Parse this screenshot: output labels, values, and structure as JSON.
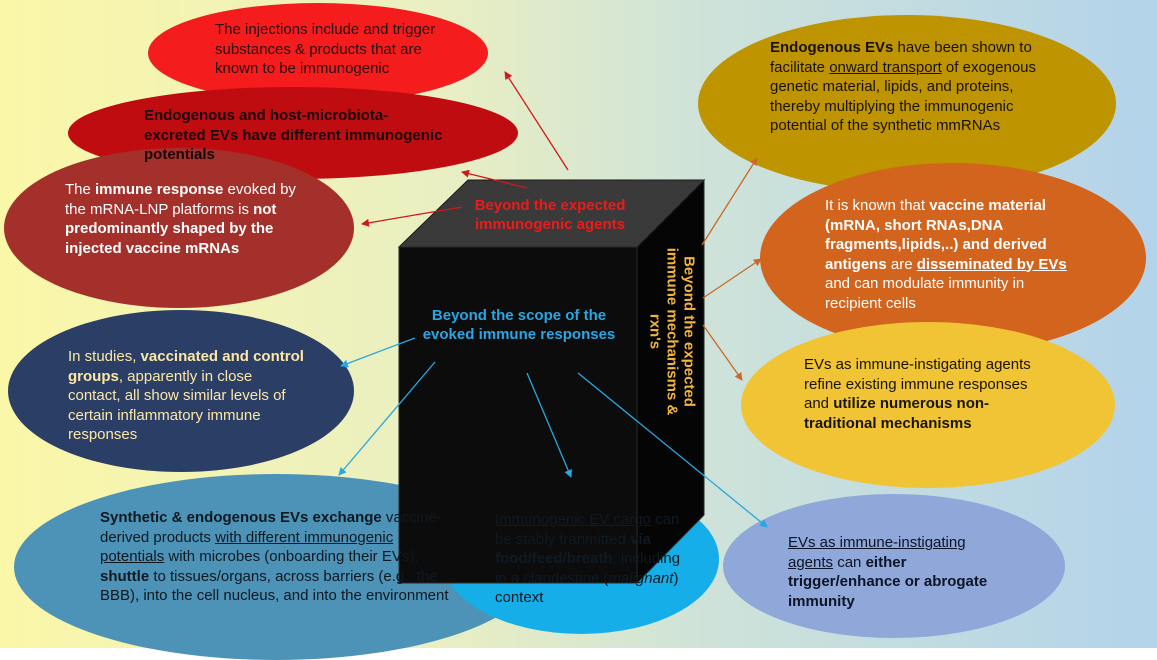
{
  "colors": {
    "red_top": "#f41c1c",
    "red_dark": "#bf0c10",
    "brick": "#a3302a",
    "navy": "#2b3f66",
    "steel": "#4d93b8",
    "cyan": "#16aee8",
    "lavender": "#8fa7d9",
    "gold": "#be9400",
    "orange": "#d2641d",
    "yellow": "#f0c435",
    "cube_label_red": "#ee1a1a",
    "cube_label_blue": "#29a6e3",
    "cube_label_gold": "#f2b43a"
  },
  "cube": {
    "top_label": "Beyond the expected immunogenic agents",
    "front_label": "Beyond the scope of the evoked immune responses",
    "side_label": "Beyond the expected immune mechanisms & rxn's"
  },
  "bubbles": {
    "injections": "The injections include and trigger substances & products that are known to be immunogenic",
    "host_ev": "Endogenous and host-microbiota-excreted EVs have different immunogenic potentials",
    "immune_response": {
      "p1": "The ",
      "b1": "immune response",
      "p2": " evoked by the mRNA-LNP platforms is ",
      "b2": "not predominantly shaped by the injected vaccine mRNAs"
    },
    "studies": {
      "p1": "In studies, ",
      "b1": "vaccinated and control groups",
      "p2": ", apparently in close contact, all show similar levels of certain inflammatory immune responses"
    },
    "synthetic": {
      "b1": "Synthetic & endogenous EVs exchange",
      "p1": " vaccine-derived products ",
      "u1": "with different immunogenic potentials",
      "p2": " with microbes (onboarding their EVs), ",
      "b2": "shuttle",
      "p3": " to tissues/organs, across barriers (e.g., the BBB), into the cell nucleus, and into the environment"
    },
    "cargo": {
      "u1": "Immunogenic EV cargo",
      "p1": " can be stably tranmitted ",
      "b1": "via food/feed/breath",
      "p2": ", including in a clandestine (",
      "i1": "malignant",
      "p3": ") context"
    },
    "either": {
      "u1": "EVs as immune-instigating agents",
      "p1": " can ",
      "b1": "either trigger/enhance or abrogate immunity"
    },
    "endogenous": {
      "b1": "Endogenous EVs",
      "p1": " have been shown to facilitate ",
      "u1": "onward transport",
      "p2": " of exogenous genetic material, lipids, and proteins, thereby multiplying the immunogenic potential of the synthetic mmRNAs"
    },
    "vaccine_material": {
      "p1": "It is known that ",
      "b1": "vaccine material (mRNA, short RNAs,DNA fragments,lipids,..) and derived antigens",
      "p2": " are ",
      "bu1": "disseminated by EVs",
      "p3": " and can modulate immunity in recipient cells"
    },
    "refine": {
      "p1": "EVs as immune-instigating agents refine existing immune responses and ",
      "b1": "utilize numerous non-traditional mechanisms"
    }
  }
}
